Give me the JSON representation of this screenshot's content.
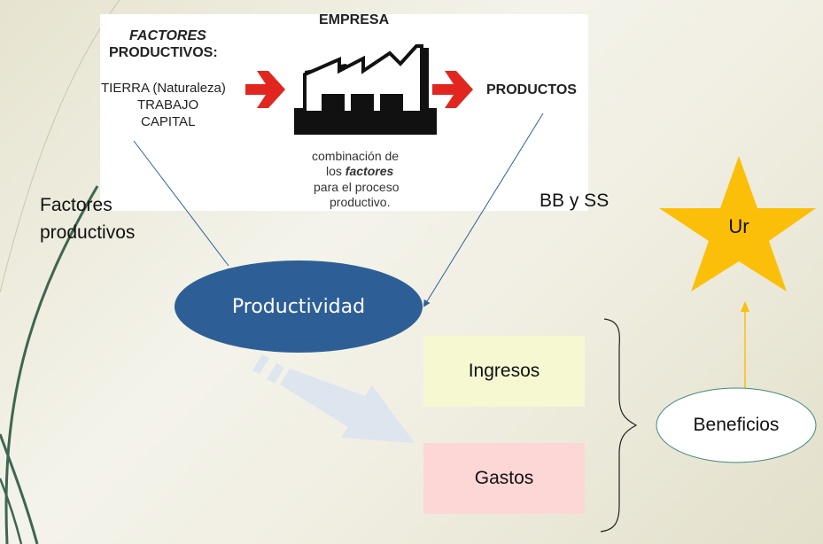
{
  "slide": {
    "image": {
      "empresa": "EMPRESA",
      "factores_title_1": "FACTORES",
      "factores_title_2": "PRODUCTIVOS:",
      "factors": [
        "TIERRA (Naturaleza)",
        "TRABAJO",
        "CAPITAL"
      ],
      "productos": "PRODUCTOS",
      "caption": [
        "combinación de",
        "los",
        "factores",
        "para el proceso",
        "productivo."
      ]
    },
    "labels": {
      "factores_productivos_1": "Factores",
      "factores_productivos_2": "productivos",
      "bb_ss": "BB y SS"
    },
    "nodes": {
      "productividad": "Productividad",
      "ingresos": "Ingresos",
      "gastos": "Gastos",
      "beneficios": "Beneficios",
      "ur": "Ur"
    },
    "colors": {
      "productividad": "#2d5f96",
      "ingresos": "#f6f8d2",
      "gastos": "#fdd6d6",
      "star": "#fbbf0a",
      "arrow_red": "#e0261f",
      "beneficios_border": "#3e8a78"
    }
  }
}
